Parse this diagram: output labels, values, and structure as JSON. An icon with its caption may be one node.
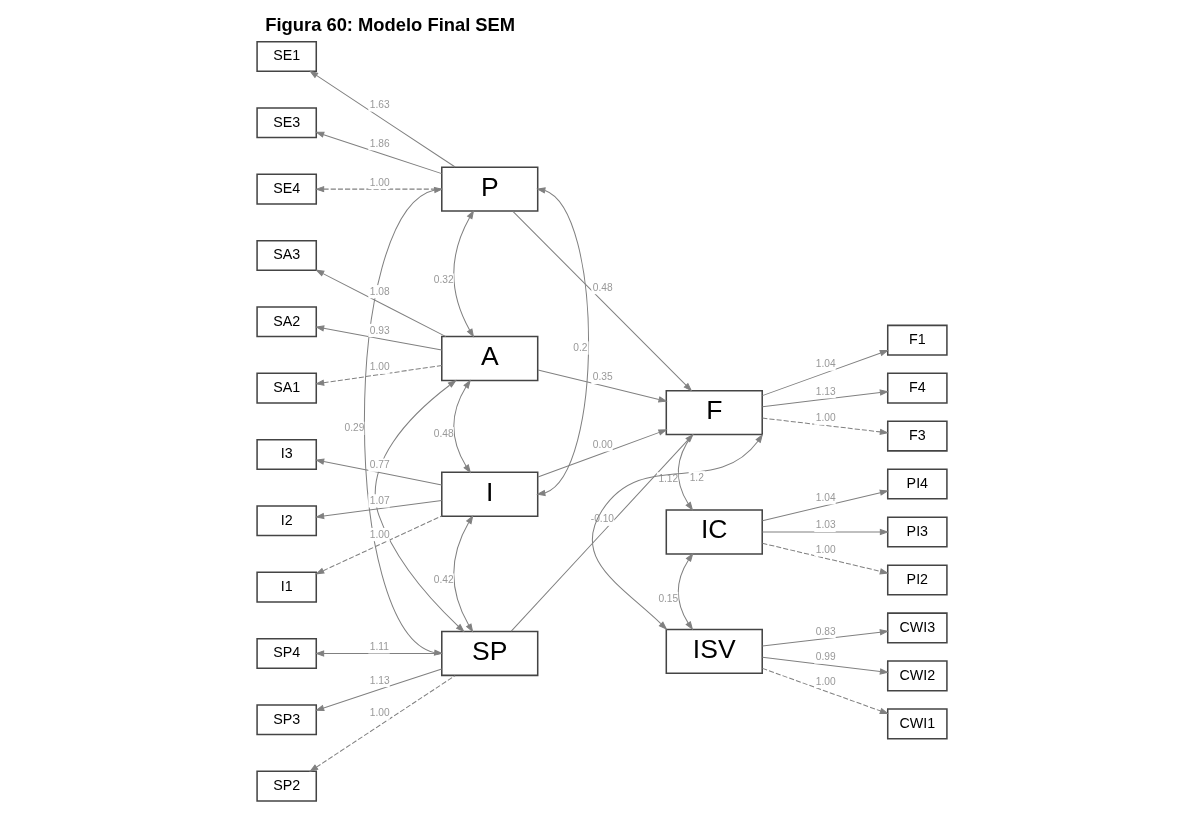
{
  "diagram": {
    "title": "Figura 60: Modelo Final SEM",
    "nodes": [
      {
        "text": [
          "P"
        ]
      },
      {
        "text": [
          "A"
        ]
      },
      {
        "text": [
          "I"
        ]
      },
      {
        "text": [
          "SP"
        ]
      },
      {
        "text": [
          "F"
        ]
      },
      {
        "text": [
          "IC"
        ]
      },
      {
        "text": [
          "ISV"
        ]
      },
      {
        "text": [
          "SE1"
        ]
      },
      {
        "text": [
          "SE3"
        ]
      },
      {
        "text": [
          "SE4"
        ]
      },
      {
        "text": [
          "SA3"
        ]
      },
      {
        "text": [
          "SA2"
        ]
      },
      {
        "text": [
          "SA1"
        ]
      },
      {
        "text": [
          "I3"
        ]
      },
      {
        "text": [
          "I2"
        ]
      },
      {
        "text": [
          "I1"
        ]
      },
      {
        "text": [
          "SP4"
        ]
      },
      {
        "text": [
          "SP3"
        ]
      },
      {
        "text": [
          "SP2"
        ]
      },
      {
        "text": [
          "F1"
        ]
      },
      {
        "text": [
          "F4"
        ]
      },
      {
        "text": [
          "F3"
        ]
      },
      {
        "text": [
          "PI4"
        ]
      },
      {
        "text": [
          "PI3"
        ]
      },
      {
        "text": [
          "PI2"
        ]
      },
      {
        "text": [
          "CWI3"
        ]
      },
      {
        "text": [
          "CWI2"
        ]
      },
      {
        "text": [
          "CWI1"
        ]
      }
    ],
    "edges": [
      {
        "from": 0,
        "to": 7,
        "arrow": "to",
        "label": "1.63"
      },
      {
        "from": 0,
        "to": 8,
        "arrow": "to",
        "label": "1.86"
      },
      {
        "from": 0,
        "to": 9,
        "arrow": "to",
        "label": "1.00",
        "style": "dashed"
      },
      {
        "from": 1,
        "to": 10,
        "arrow": "to",
        "label": "1.08"
      },
      {
        "from": 1,
        "to": 11,
        "arrow": "to",
        "label": "0.93"
      },
      {
        "from": 1,
        "to": 12,
        "arrow": "to",
        "label": "1.00",
        "style": "dashed"
      },
      {
        "from": 2,
        "to": 13,
        "arrow": "to",
        "label": "0.77"
      },
      {
        "from": 2,
        "to": 14,
        "arrow": "to",
        "label": "1.07"
      },
      {
        "from": 2,
        "to": 15,
        "arrow": "to",
        "label": "1.00",
        "style": "dashed"
      },
      {
        "from": 3,
        "to": 16,
        "arrow": "to",
        "label": "1.11"
      },
      {
        "from": 3,
        "to": 17,
        "arrow": "to",
        "label": "1.13"
      },
      {
        "from": 3,
        "to": 18,
        "arrow": "to",
        "label": "1.00",
        "style": "dashed"
      },
      {
        "from": 4,
        "to": 19,
        "arrow": "to",
        "label": "1.04"
      },
      {
        "from": 4,
        "to": 20,
        "arrow": "to",
        "label": "1.13"
      },
      {
        "from": 4,
        "to": 21,
        "arrow": "to",
        "label": "1.00",
        "style": "dashed"
      },
      {
        "from": 5,
        "to": 22,
        "arrow": "to",
        "label": "1.04"
      },
      {
        "from": 5,
        "to": 23,
        "arrow": "to",
        "label": "1.03"
      },
      {
        "from": 5,
        "to": 24,
        "arrow": "to",
        "label": "1.00",
        "style": "dashed"
      },
      {
        "from": 6,
        "to": 25,
        "arrow": "to",
        "label": "0.83"
      },
      {
        "from": 6,
        "to": 26,
        "arrow": "to",
        "label": "0.99"
      },
      {
        "from": 6,
        "to": 27,
        "arrow": "to",
        "label": "1.00",
        "style": "dashed"
      },
      {
        "from": 0,
        "to": 4,
        "arrow": "to",
        "label": "0.48"
      },
      {
        "from": 1,
        "to": 4,
        "arrow": "to",
        "label": "0.35"
      },
      {
        "from": 2,
        "to": 4,
        "arrow": "to",
        "label": "0.00"
      },
      {
        "from": 3,
        "to": 4,
        "arrow": "to",
        "label": "-0.10"
      },
      {
        "from": 4,
        "to": 5,
        "arrow": "to",
        "label": "1.12"
      },
      {
        "from": 0,
        "to": 1,
        "arrow": "both",
        "label": "0.32"
      },
      {
        "from": 1,
        "to": 2,
        "arrow": "both",
        "label": "0.48"
      },
      {
        "from": 2,
        "to": 3,
        "arrow": "both",
        "label": "0.42"
      },
      {
        "from": 0,
        "to": 3,
        "arrow": "both",
        "label": "0.29"
      },
      {
        "from": 0,
        "to": 2,
        "arrow": "both",
        "label": "0.2"
      },
      {
        "from": 1,
        "to": 3,
        "arrow": "both"
      },
      {
        "from": 4,
        "to": 6,
        "arrow": "both",
        "label": "1.2"
      },
      {
        "from": 5,
        "to": 6,
        "arrow": "both",
        "label": "0.15"
      }
    ]
  }
}
